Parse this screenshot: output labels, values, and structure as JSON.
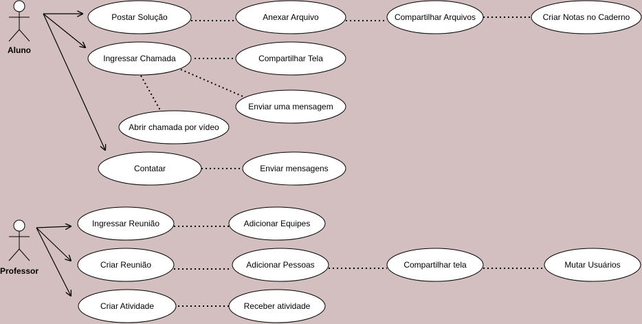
{
  "colors": {
    "background": "#d3bfc0",
    "usecase_fill": "#ffffff",
    "stroke": "#000000"
  },
  "actors": [
    {
      "id": "aluno",
      "label": "Aluno"
    },
    {
      "id": "professor",
      "label": "Professor"
    }
  ],
  "usecases": [
    {
      "id": "postar",
      "label": "Postar Solução"
    },
    {
      "id": "anexar",
      "label": "Anexar Arquivo"
    },
    {
      "id": "compartilhar_arquivos",
      "label": "Compartilhar Arquivos"
    },
    {
      "id": "criar_notas",
      "label": "Criar Notas no Caderno"
    },
    {
      "id": "ingressar_chamada",
      "label": "Ingressar Chamada"
    },
    {
      "id": "compartilhar_tela_aluno",
      "label": "Compartilhar Tela"
    },
    {
      "id": "enviar_mensagem",
      "label": "Enviar uma mensagem"
    },
    {
      "id": "abrir_chamada_video",
      "label": "Abrir chamada por vídeo"
    },
    {
      "id": "contatar",
      "label": "Contatar"
    },
    {
      "id": "enviar_mensagens",
      "label": "Enviar mensagens"
    },
    {
      "id": "ingressar_reuniao",
      "label": "Ingressar Reunião"
    },
    {
      "id": "adicionar_equipes",
      "label": "Adicionar Equipes"
    },
    {
      "id": "criar_reuniao",
      "label": "Criar Reunião"
    },
    {
      "id": "adicionar_pessoas",
      "label": "Adicionar Pessoas"
    },
    {
      "id": "compartilhar_tela_prof",
      "label": "Compartilhar tela"
    },
    {
      "id": "mutar_usuarios",
      "label": "Mutar Usuários"
    },
    {
      "id": "criar_atividade",
      "label": "Criar Atividade"
    },
    {
      "id": "receber_atividade",
      "label": "Receber atividade"
    }
  ]
}
